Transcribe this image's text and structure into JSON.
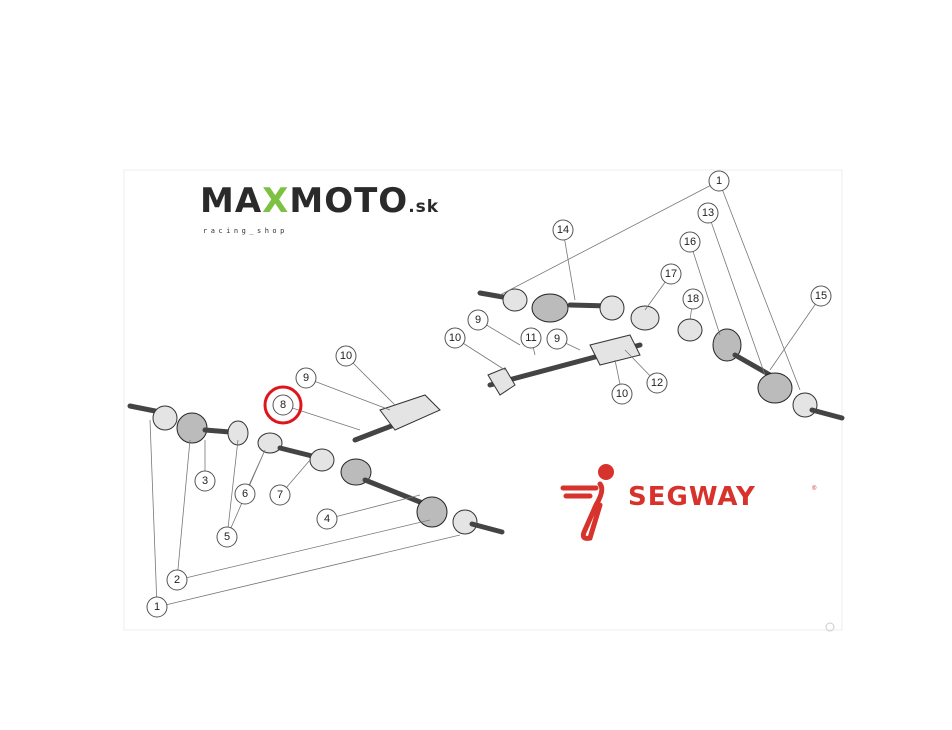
{
  "brand": {
    "shop_logo": "MAXMOTO.sk",
    "shop_tagline": "racing_shop",
    "maker_logo": "SEGWAY",
    "maker_mark": "®"
  },
  "colors": {
    "highlight": "#e0151b",
    "segway_red": "#d8322c",
    "logo_green": "#7dc142",
    "logo_dark": "#2a2a2a"
  },
  "callouts": {
    "right": [
      "1",
      "13",
      "14",
      "16",
      "17",
      "18",
      "15",
      "9",
      "10",
      "11",
      "9",
      "12",
      "10"
    ],
    "left": [
      "10",
      "9",
      "8",
      "3",
      "6",
      "7",
      "4",
      "5",
      "2",
      "1"
    ]
  },
  "highlighted_part": "8"
}
